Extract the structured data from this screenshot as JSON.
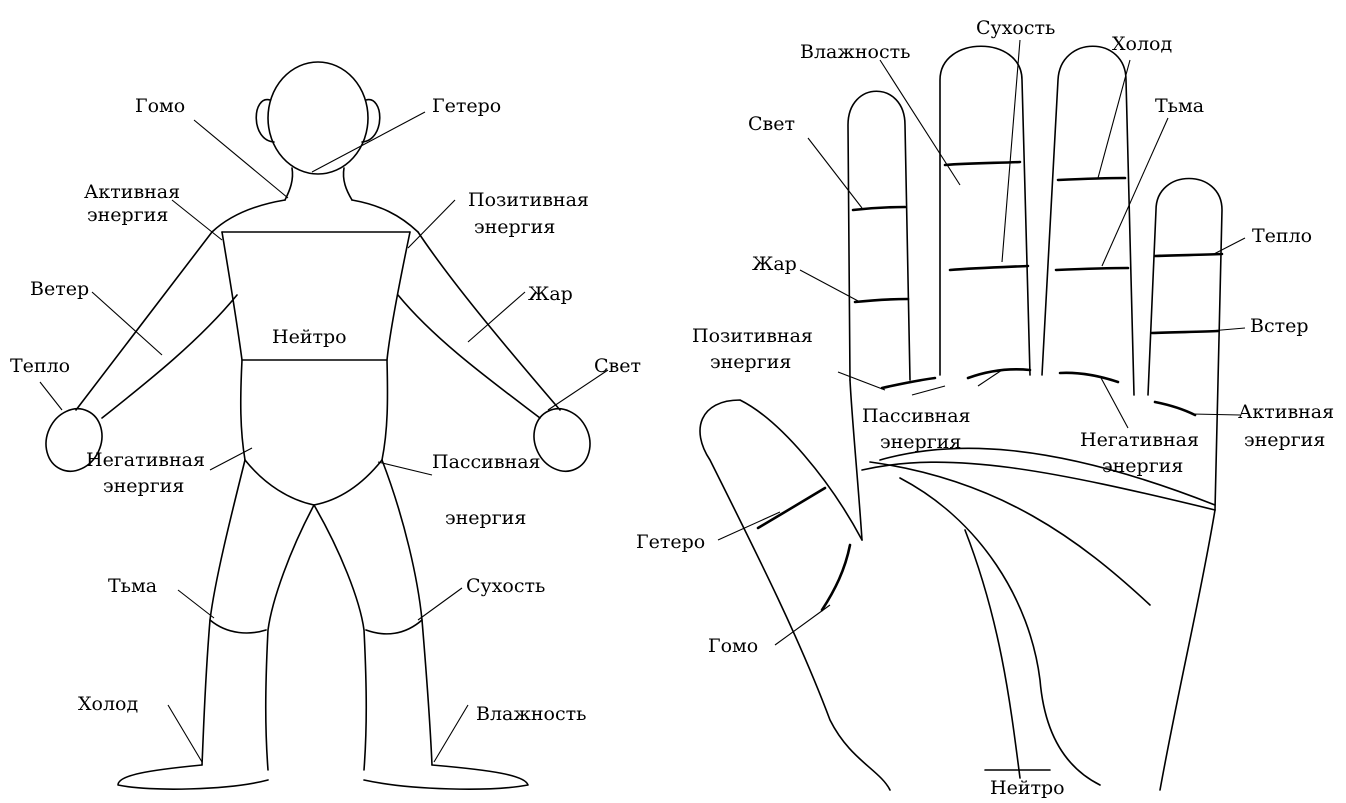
{
  "body_figure": {
    "labels": {
      "gomo": "Гомо",
      "getero": "Гетеро",
      "active_1": "Активная",
      "active_2": "энергия",
      "positive_1": "Позитивная",
      "positive_2": "энергия",
      "veter": "Ветер",
      "zhar": "Жар",
      "teplo": "Тепло",
      "svet": "Свет",
      "neytro": "Нейтро",
      "negative_1": "Негативная",
      "negative_2": "энергия",
      "passive_1": "Пассивная",
      "passive_2": "энергия",
      "tma": "Тьма",
      "suhost": "Сухость",
      "holod": "Холод",
      "vlazhnost": "Влажность"
    }
  },
  "hand_figure": {
    "labels": {
      "suhost": "Сухость",
      "vlazhnost": "Влажность",
      "holod": "Холод",
      "tma": "Тьма",
      "svet": "Свет",
      "teplo": "Тепло",
      "zhar": "Жар",
      "veter": "Встер",
      "positive_1": "Позитивная",
      "positive_2": "энергия",
      "passive_1": "Пассивная",
      "passive_2": "энергия",
      "negative_1": "Негативная",
      "negative_2": "энергия",
      "active_1": "Активная",
      "active_2": "энергия",
      "getero": "Гетеро",
      "gomo": "Гомо",
      "neytro": "Нейтро"
    }
  }
}
